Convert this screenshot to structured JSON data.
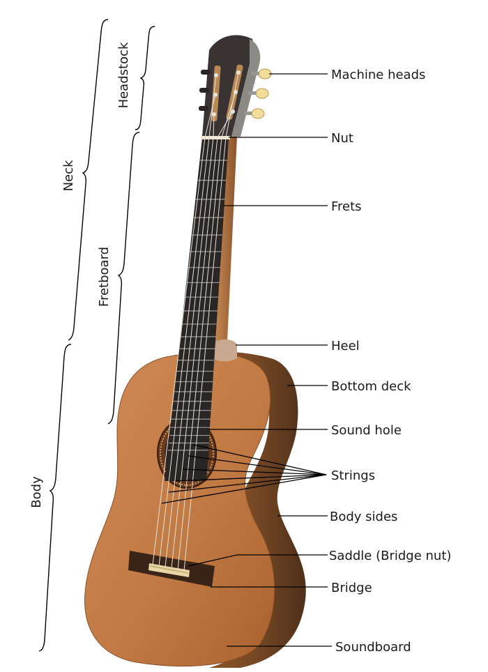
{
  "part_labels": {
    "machine_heads": "Machine heads",
    "nut": "Nut",
    "frets": "Frets",
    "heel": "Heel",
    "bottom_deck": "Bottom deck",
    "sound_hole": "Sound hole",
    "strings": "Strings",
    "body_sides": "Body sides",
    "saddle": "Saddle (Bridge nut)",
    "bridge": "Bridge",
    "soundboard": "Soundboard"
  },
  "section_labels": {
    "headstock": "Headstock",
    "fretboard": "Fretboard",
    "neck": "Neck",
    "body": "Body"
  },
  "colors": {
    "soundboard": "#c07a45",
    "body_sides": "#7a4a25",
    "fretboard": "#2b2626",
    "headstock": "#3a3333",
    "tuner_buttons": "#f2dc9a",
    "bridge": "#3a2418"
  }
}
